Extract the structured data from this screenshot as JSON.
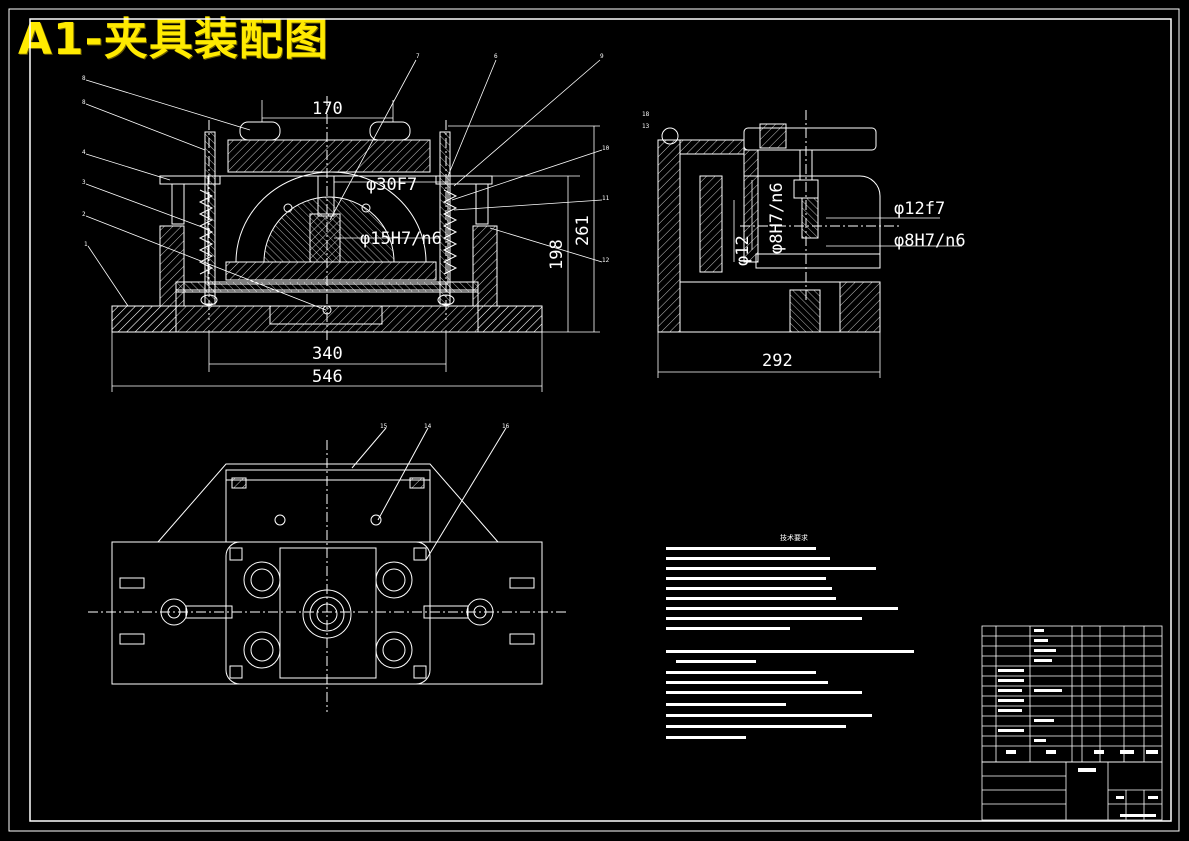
{
  "title": "A1-夹具装配图",
  "dimensions": {
    "d170": "170",
    "d340": "340",
    "d546": "546",
    "d292": "292",
    "d198": "198",
    "d261": "261",
    "fit_30F7": "φ30F7",
    "fit_15": "φ15H7/n6",
    "fit_12f7": "φ12f7",
    "fit_8H7n6_h": "φ8H7/n6",
    "fit_8H7n6_v": "φ8H7/n6",
    "fit_12_v": "φ12"
  },
  "balloons": [
    "8",
    "8",
    "4",
    "3",
    "2",
    "1",
    "7",
    "6",
    "9",
    "10",
    "11",
    "12",
    "18",
    "13",
    "15",
    "14",
    "16"
  ],
  "notes_title": "技术要求",
  "colors": {
    "background": "#000000",
    "lines": "#ffffff",
    "title": "#ffea00"
  }
}
